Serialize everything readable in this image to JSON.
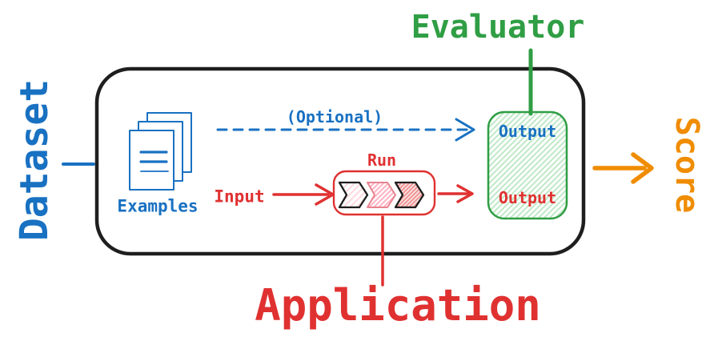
{
  "diagram": {
    "title_labels": {
      "dataset": "Dataset",
      "evaluator": "Evaluator",
      "score": "Score",
      "application": "Application"
    },
    "labels": {
      "optional": "(Optional)",
      "examples": "Examples",
      "input": "Input",
      "run": "Run",
      "evaluator_output": "Output",
      "application_output": "Output"
    },
    "icons": [
      "document-stack-icon",
      "pipeline-chevrons-icon",
      "dashed-arrow-icon",
      "input-arrow-icon",
      "run-output-arrow-icon",
      "score-arrow-icon"
    ],
    "colors": {
      "blue": "#1971c2",
      "red": "#e03131",
      "green": "#2f9e44",
      "orange": "#f08c00",
      "ink": "#1e1e1e",
      "green-hatch": "#bfe8c6",
      "pink-hatch-light": "#ffd9dc",
      "pink-hatch-med": "#ffb6c6",
      "red-hatch-dense": "#f19999",
      "chev2": "#e8838f"
    }
  }
}
